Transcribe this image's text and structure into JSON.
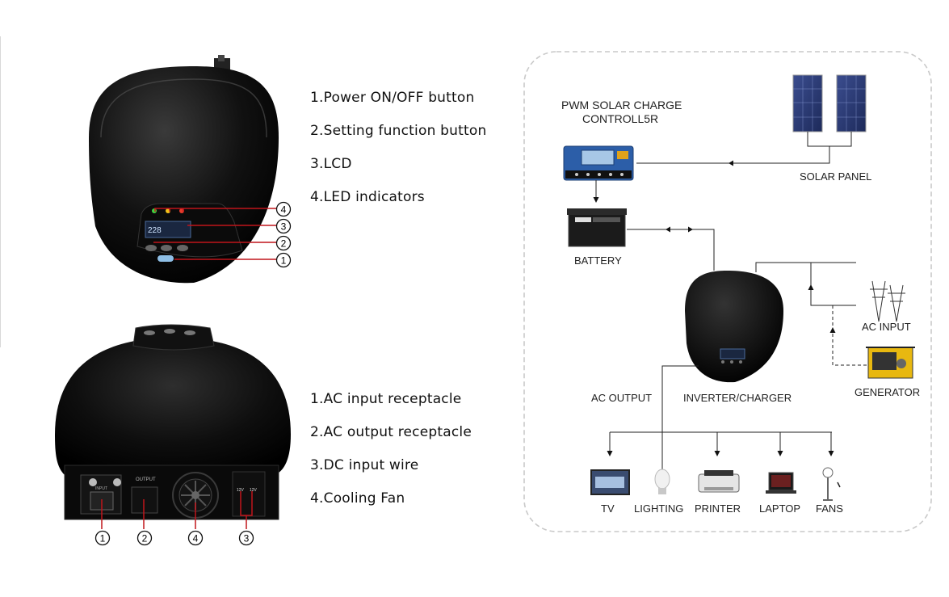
{
  "front_callouts": [
    "4",
    "3",
    "2",
    "1"
  ],
  "front_legend": [
    "1.Power ON/OFF button",
    "2.Setting function button",
    "3.LCD",
    "4.LED indicators"
  ],
  "rear_callouts": [
    "1",
    "2",
    "4",
    "3"
  ],
  "rear_legend": [
    "1.AC input receptacle",
    "2.AC output receptacle",
    "3.DC input wire",
    "4.Cooling Fan"
  ],
  "device_labels": {
    "lcd_reading": "228",
    "output": "OUTPUT",
    "input": "INPUT",
    "dc_12v_a": "12V",
    "dc_12v_b": "12V"
  },
  "diagram": {
    "controller_title_line1": "PWM SOLAR CHARGE",
    "controller_title_line2": "CONTROLL5R",
    "solar_panel": "SOLAR PANEL",
    "battery": "BATTERY",
    "inverter": "INVERTER/CHARGER",
    "ac_input": "AC INPUT",
    "generator": "GENERATOR",
    "ac_output": "AC OUTPUT",
    "loads": [
      "TV",
      "LIGHTING",
      "PRINTER",
      "LAPTOP",
      "FANS"
    ]
  }
}
